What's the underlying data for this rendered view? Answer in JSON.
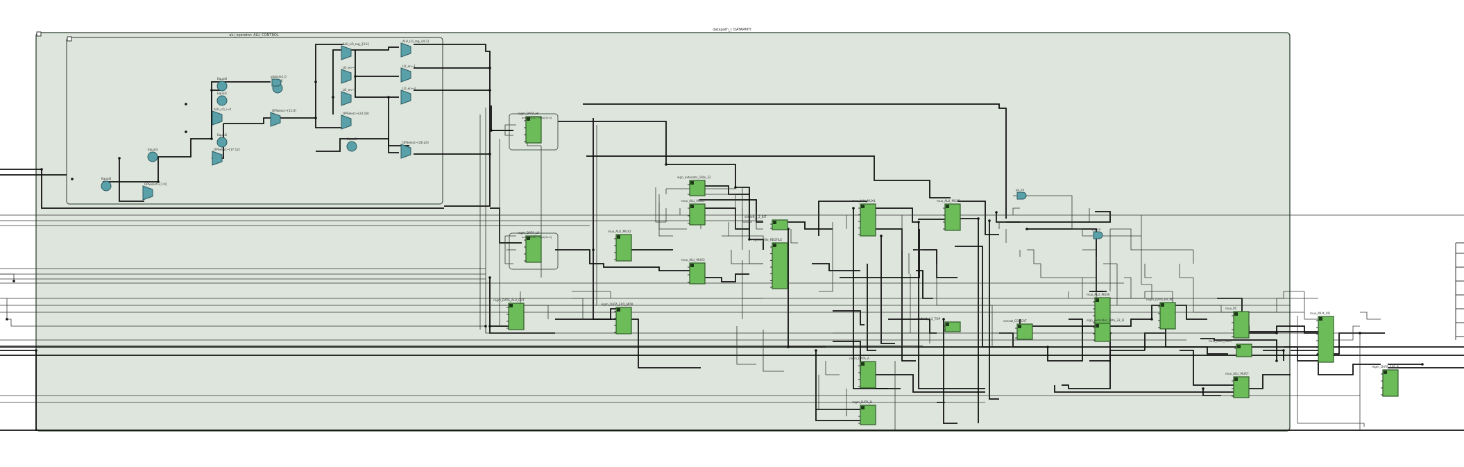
{
  "colors": {
    "background": "#ffffff",
    "datapath_fill": "#dde5dc",
    "alu_fill": "#dde5dc",
    "border": "#4a5a4a",
    "module_fill": "#6cbc5a",
    "module_stroke": "#2f5a27",
    "gate_fill": "#5aa0a8",
    "gate_stroke": "#2c5a60",
    "wire": "#111111",
    "thin_wire": "#333333",
    "label": "#333333"
  },
  "diagram": {
    "datapath_label": "datapath_i: DATAPATH",
    "alu_label": "alu_operator: ALU_CONTROL",
    "gates": [
      {
        "name": "ALU_LO_reg_i[3:1]"
      },
      {
        "name": "ALU_LO_reg_i[4:3]"
      },
      {
        "name": "LO_en~0"
      },
      {
        "name": "LO_en~1"
      },
      {
        "name": "LO_en~2"
      },
      {
        "name": "LO_en~3"
      },
      {
        "name": "Equal0"
      },
      {
        "name": "Equal1"
      },
      {
        "name": "Equal2"
      },
      {
        "name": "Equal3"
      },
      {
        "name": "Equal4"
      },
      {
        "name": "Equal5"
      },
      {
        "name": "Equal6"
      },
      {
        "name": "ALU_LO_i~0"
      },
      {
        "name": "OPSelect~[1:0]"
      },
      {
        "name": "OPSelect~[11:0]"
      },
      {
        "name": "OPSelect~[17:12]"
      },
      {
        "name": "OPSelect~[23:18]"
      },
      {
        "name": "OPSelect~[26:24]"
      },
      {
        "name": "globalx4_0"
      },
      {
        "name": "pc_en"
      },
      {
        "name": "pc_en"
      }
    ],
    "modules": [
      {
        "name": "regm_DATA_HI",
        "sub": "outputs[31]~reg1[31:0]"
      },
      {
        "name": "regm_DATA_LO",
        "sub": "outputs[31]~reg1[31:0]"
      },
      {
        "name": "regm_DATA_ALU_OUT"
      },
      {
        "name": "regm_DATA_EXD_MDR"
      },
      {
        "name": "regm_DATA_A"
      },
      {
        "name": "regm_DATA_B"
      },
      {
        "name": "regm_DATA_EX_MC"
      },
      {
        "name": "regm_DATA_EXE_R"
      },
      {
        "name": "sign_extender_16to_32"
      },
      {
        "name": "mux_ALU_MUX1"
      },
      {
        "name": "mux_ALU_MUX2"
      },
      {
        "name": "mux_ALU_MUX3"
      },
      {
        "name": "shftleft_i_2_BIT"
      },
      {
        "name": "register_file_REGFILE"
      },
      {
        "name": "mux_ALU_MUX4"
      },
      {
        "name": "mux_ALU_MUX5"
      },
      {
        "name": "mux_ALU_MUX6"
      },
      {
        "name": "mux_PC"
      },
      {
        "name": "shftleft_i_2_TOP"
      },
      {
        "name": "concat_CONCAT"
      },
      {
        "name": "mux_MUX_MEM"
      },
      {
        "name": "mux_MUX_RD"
      },
      {
        "name": "sign_extender_16to_32_I2"
      },
      {
        "name": "mux_ALU_MUX7"
      }
    ]
  }
}
